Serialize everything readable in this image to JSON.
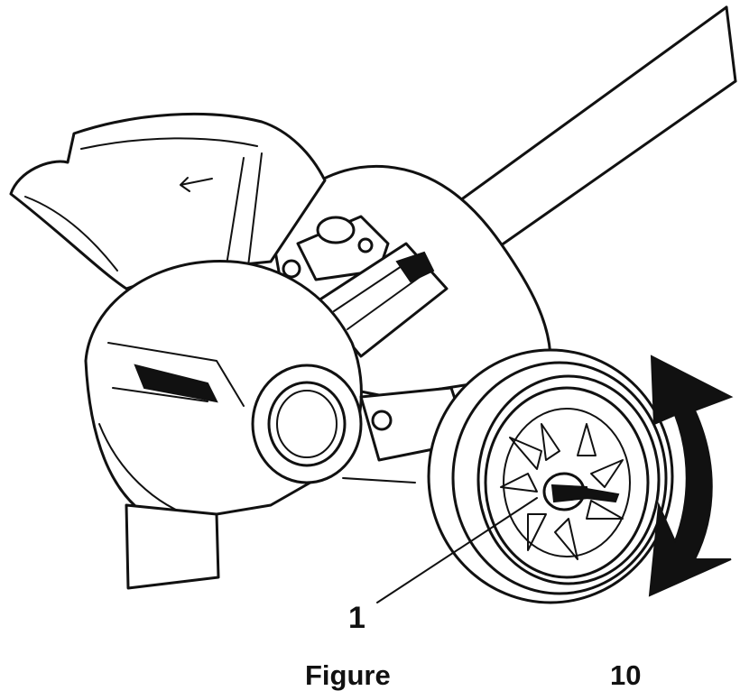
{
  "figure": {
    "callout_label": "1",
    "caption_word": "Figure",
    "caption_number": "10"
  }
}
